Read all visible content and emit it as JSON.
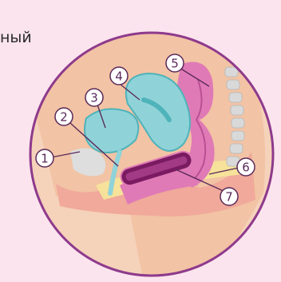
{
  "caption": "ный",
  "labels": [
    "1",
    "2",
    "3",
    "4",
    "5",
    "6",
    "7"
  ],
  "colors": {
    "background": "#fbe4ee",
    "skin": "#f2c3a4",
    "ring": "#8e3a8c",
    "bladder": "#8fd3d8",
    "bladder_outline": "#4fb3ba",
    "uterus_wall": "#e07ab6",
    "device": "#7a1b62",
    "vertebrae": "#d6d6d6",
    "fat": "#f6e29a"
  }
}
